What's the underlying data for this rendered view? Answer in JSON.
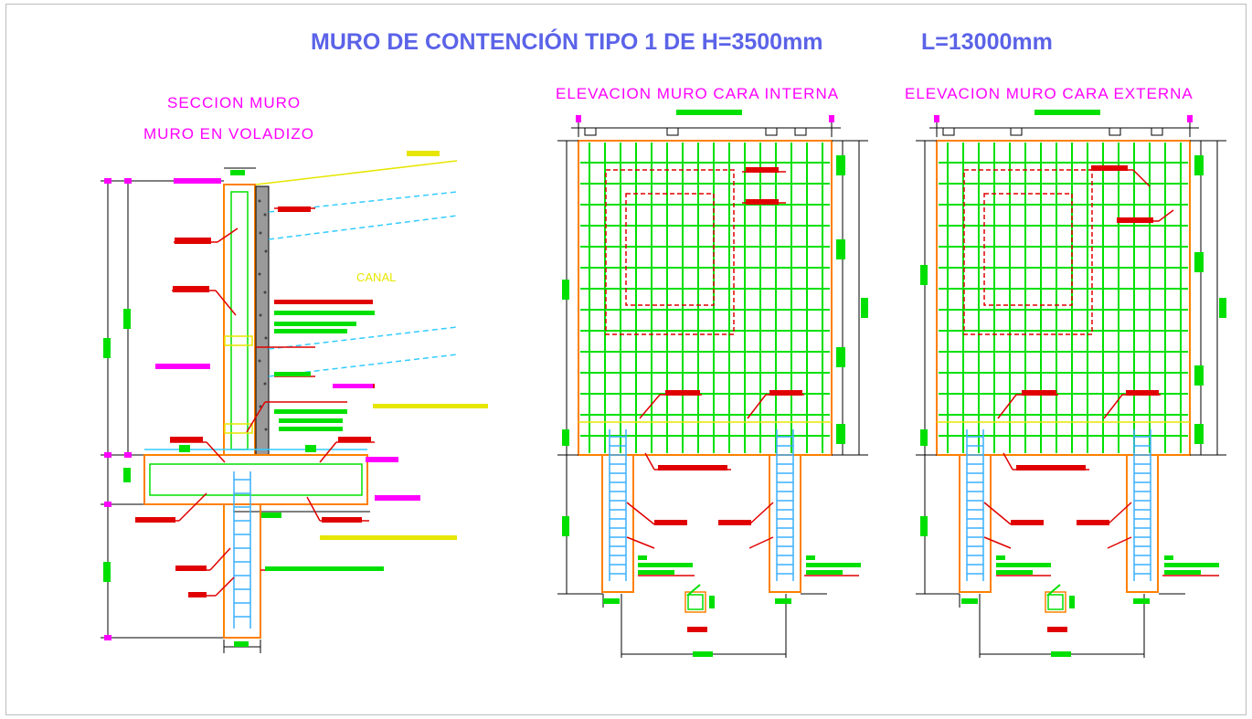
{
  "title": {
    "main": "MURO DE CONTENCIÓN TIPO 1 DE H=3500mm",
    "length": "L=13000mm"
  },
  "section": {
    "heading_line1": "SECCION MURO",
    "heading_line2": "MURO EN VOLADIZO",
    "canal_label": "CANAL"
  },
  "elev_internal": {
    "heading": "ELEVACION MURO CARA INTERNA"
  },
  "elev_external": {
    "heading": "ELEVACION MURO CARA EXTERNA"
  },
  "colors": {
    "title": "#5b63e8",
    "heading": "#ff00ff",
    "rebar": "#00e000",
    "concrete": "#ff8000",
    "dims": "#000000",
    "leaders": "#e00000",
    "piles": "#3ab0ff",
    "water": "#33ccff",
    "ground": "#e6e600"
  }
}
